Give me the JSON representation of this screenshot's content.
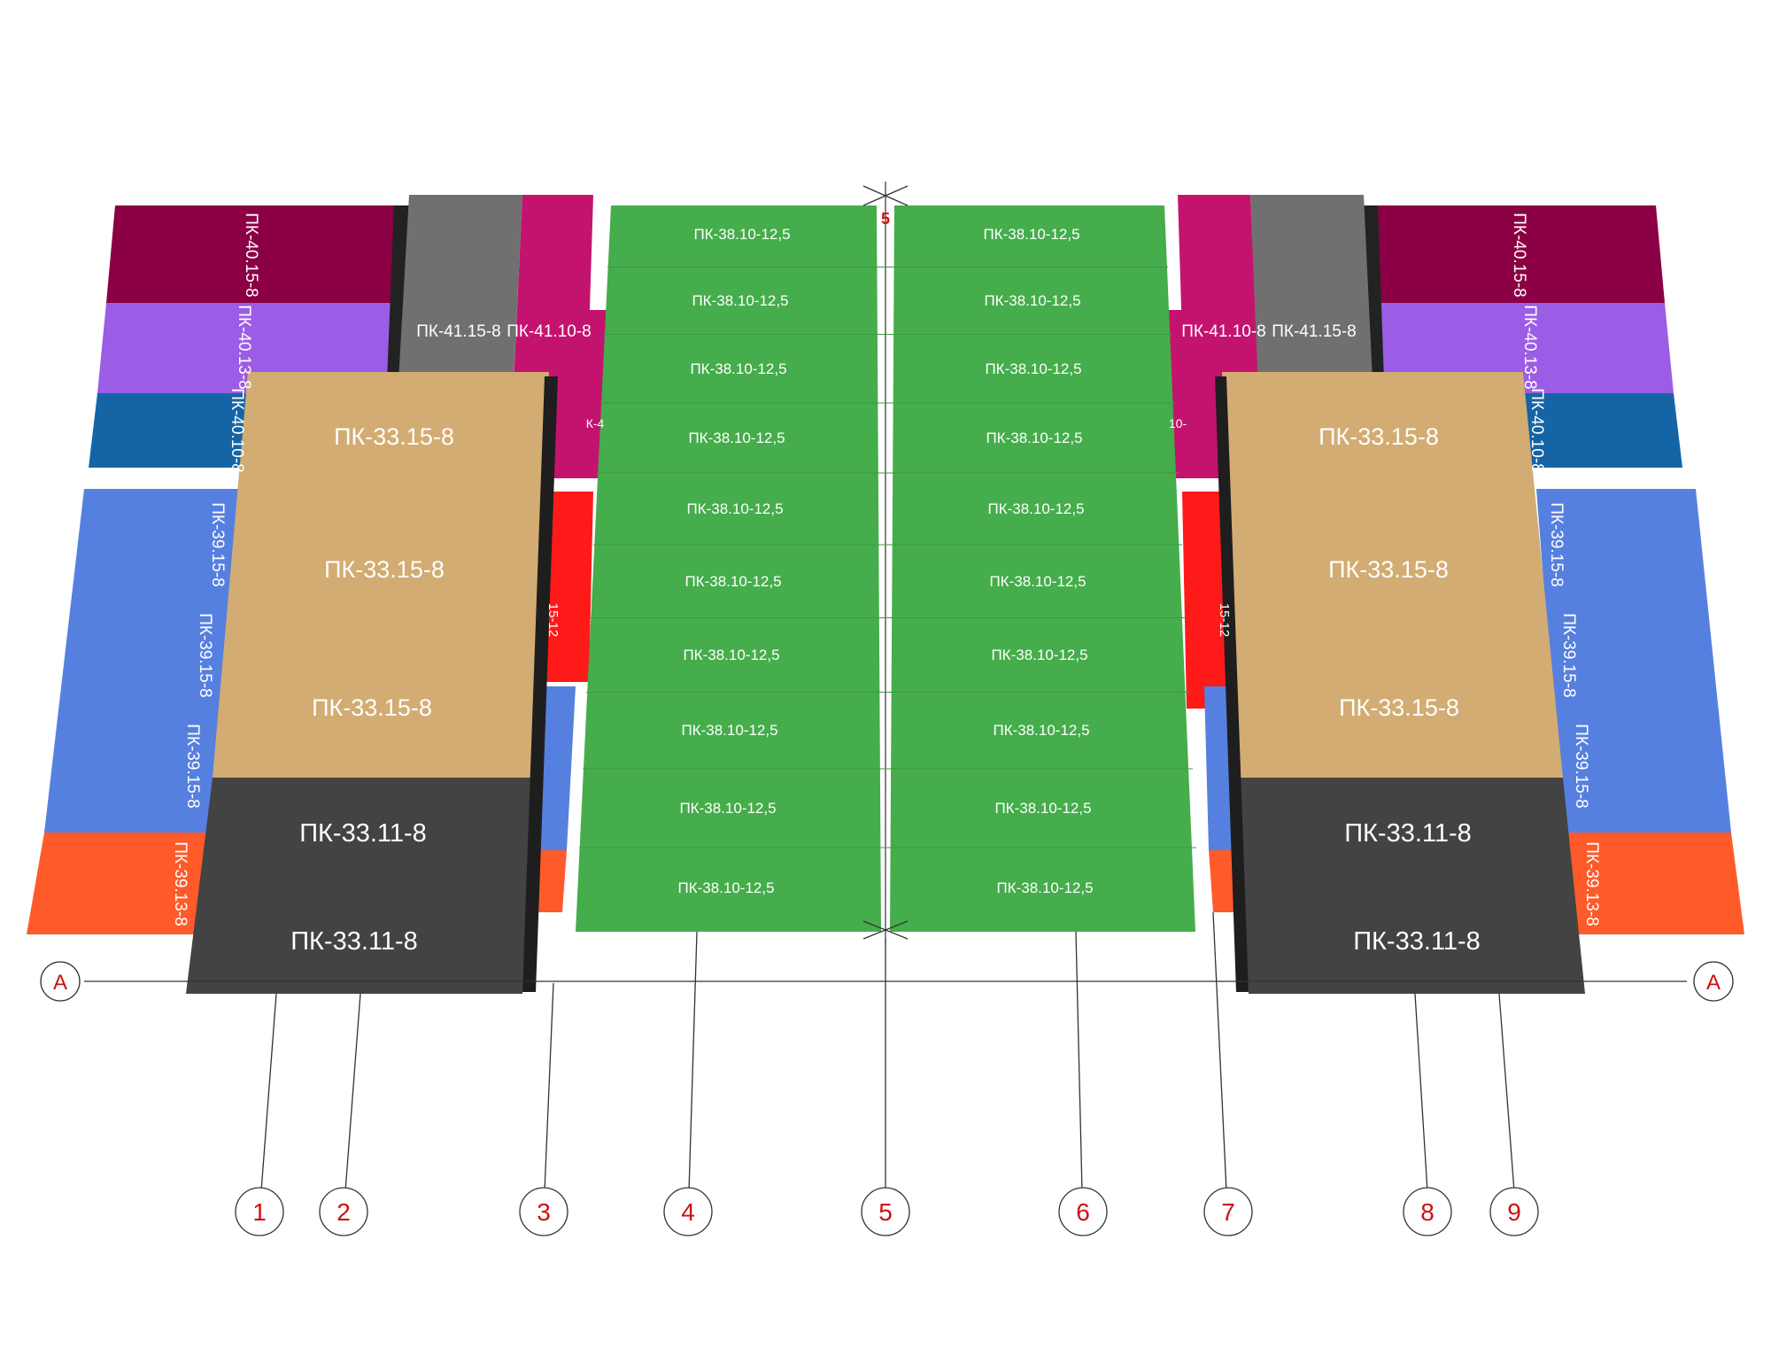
{
  "colors": {
    "maroon": "#8b0045",
    "violet": "#9b5de5",
    "steel_blue": "#1565a6",
    "royal_blue": "#5680e0",
    "orange": "#ff5a2a",
    "tan": "#d2ac72",
    "charcoal": "#434343",
    "magenta": "#c4136f",
    "gray": "#707070",
    "red": "#ff1a1a",
    "green": "#45ad4b",
    "axis_red": "#cc1111"
  },
  "axis_numbers": [
    "1",
    "2",
    "3",
    "4",
    "5",
    "6",
    "7",
    "8",
    "9"
  ],
  "axis_letter_left": "А",
  "axis_letter_right": "А",
  "axis_top_number": "5",
  "green_left_labels": [
    "ПК-38.10-12,5",
    "ПК-38.10-12,5",
    "ПК-38.10-12,5",
    "ПК-38.10-12,5",
    "ПК-38.10-12,5",
    "ПК-38.10-12,5",
    "ПК-38.10-12,5",
    "ПК-38.10-12,5",
    "ПК-38.10-12,5",
    "ПК-38.10-12,5"
  ],
  "green_right_labels": [
    "ПК-38.10-12,5",
    "ПК-38.10-12,5",
    "ПК-38.10-12,5",
    "ПК-38.10-12,5",
    "ПК-38.10-12,5",
    "ПК-38.10-12,5",
    "ПК-38.10-12,5",
    "ПК-38.10-12,5",
    "ПК-38.10-12,5",
    "ПК-38.10-12,5"
  ],
  "left_wing": {
    "maroon": "ПК-40.15-8",
    "violet": "ПК-40.13-8",
    "steel_blue": "ПК-40.10-8",
    "royal_blue": [
      "ПК-39.15-8",
      "ПК-39.15-8",
      "ПК-39.15-8"
    ],
    "orange": "ПК-39.13-8",
    "gray": "ПК-41.15-8",
    "magenta": "ПК-41.10-8",
    "red_partial": "15-12",
    "magenta_partial": "К-4",
    "tan": [
      "ПК-33.15-8",
      "ПК-33.15-8",
      "ПК-33.15-8"
    ],
    "charcoal": [
      "ПК-33.11-8",
      "ПК-33.11-8"
    ]
  },
  "right_wing": {
    "maroon": "ПК-40.15-8",
    "violet": "ПК-40.13-8",
    "steel_blue": "ПК-40.10-8",
    "royal_blue": [
      "ПК-39.15-8",
      "ПК-39.15-8",
      "ПК-39.15-8"
    ],
    "orange": "ПК-39.13-8",
    "gray": "ПК-41.15-8",
    "magenta": "ПК-41.10-8",
    "red_partial": "15-12",
    "magenta_partial": "10-",
    "tan": [
      "ПК-33.15-8",
      "ПК-33.15-8",
      "ПК-33.15-8"
    ],
    "charcoal": [
      "ПК-33.11-8",
      "ПК-33.11-8"
    ]
  }
}
